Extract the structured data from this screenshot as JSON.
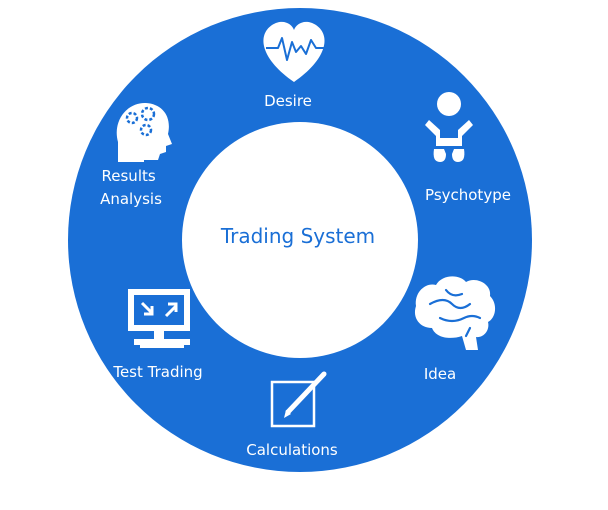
{
  "diagram": {
    "center_label": "Trading System",
    "colors": {
      "ring": "#1a6fd6",
      "center_fill": "#ffffff",
      "center_text": "#1a6fd6",
      "labels": "#ffffff"
    },
    "segments": [
      {
        "label": "Desire",
        "icon": "heart-pulse-icon"
      },
      {
        "label": "Psychotype",
        "icon": "baby-icon"
      },
      {
        "label": "Idea",
        "icon": "brain-icon"
      },
      {
        "label": "Calculations",
        "icon": "pencil-note-icon"
      },
      {
        "label": "Test Trading",
        "icon": "computer-icon"
      },
      {
        "label": "Results Analysis",
        "label_lines": [
          "Results",
          "Analysis"
        ],
        "icon": "head-gears-icon"
      }
    ]
  }
}
